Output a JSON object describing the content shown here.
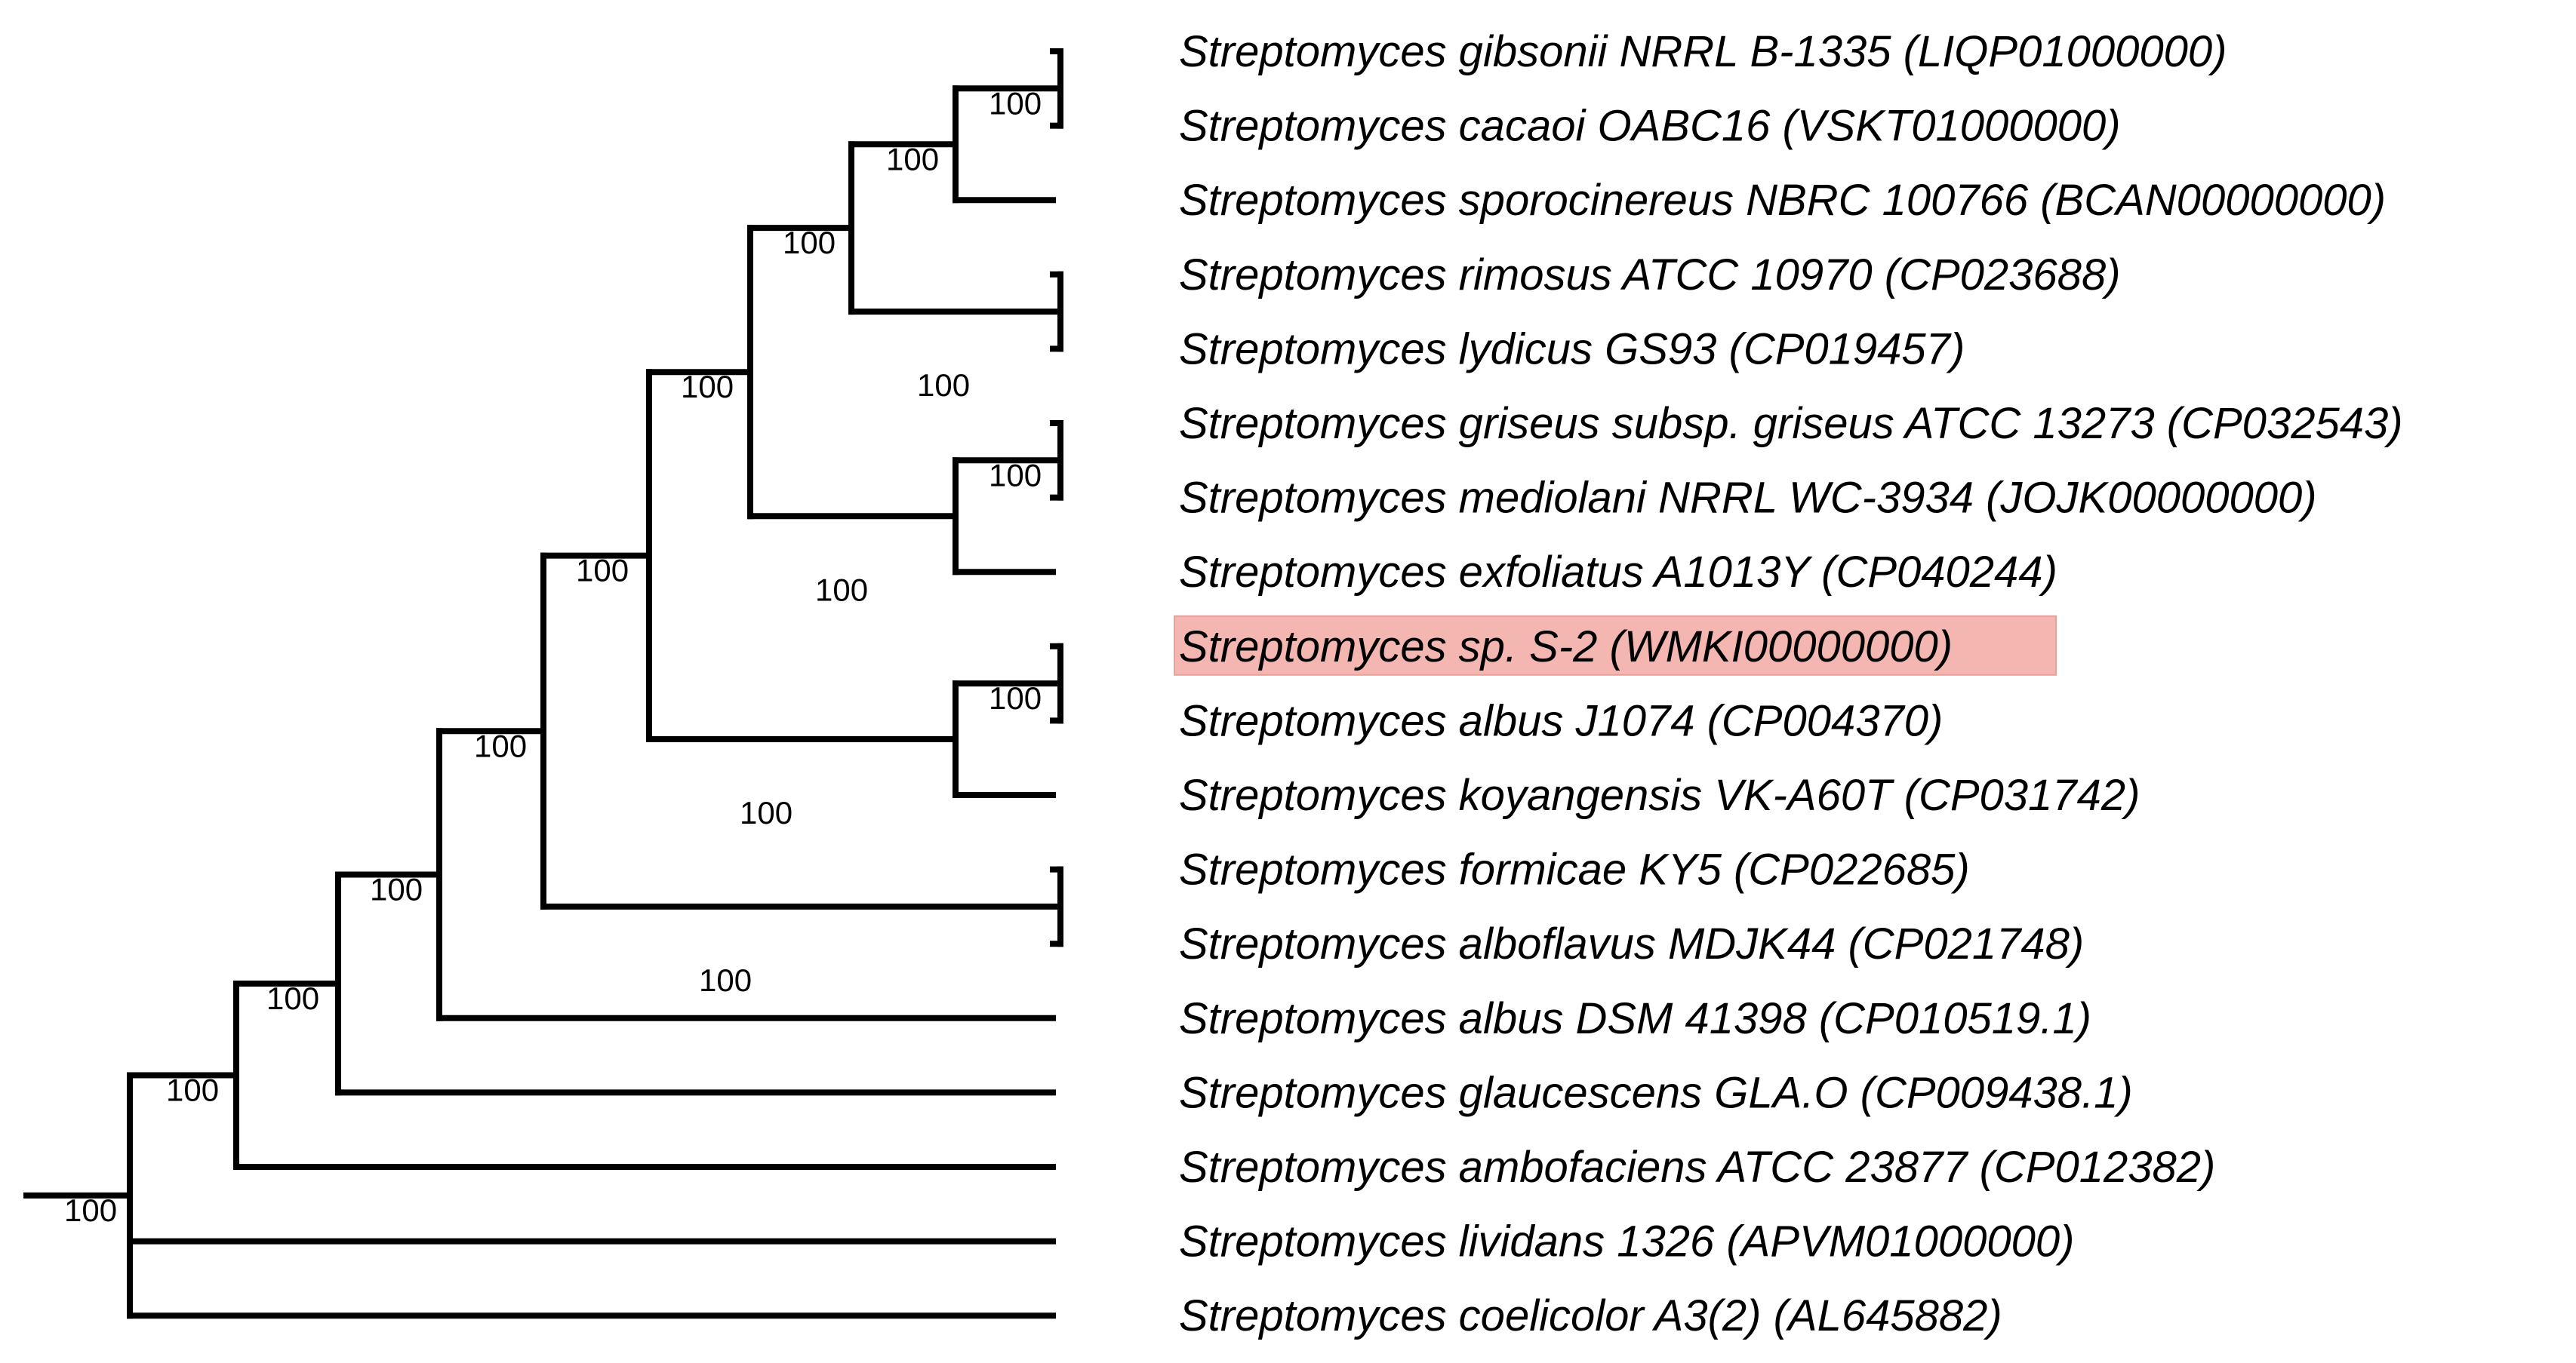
{
  "tree": {
    "highlight_color": "#f4b6b0",
    "line_color": "#000000",
    "leaves": [
      {
        "id": "gibsonii",
        "label": "Streptomyces gibsonii NRRL B-1335 (LIQP01000000)"
      },
      {
        "id": "cacaoi",
        "label": "Streptomyces cacaoi OABC16 (VSKT01000000)"
      },
      {
        "id": "sporocinereus",
        "label": "Streptomyces sporocinereus NBRC 100766 (BCAN00000000)"
      },
      {
        "id": "rimosus",
        "label": "Streptomyces rimosus ATCC 10970 (CP023688)"
      },
      {
        "id": "lydicus",
        "label": "Streptomyces lydicus GS93 (CP019457)"
      },
      {
        "id": "griseus",
        "label": "Streptomyces griseus subsp. griseus ATCC 13273 (CP032543)"
      },
      {
        "id": "mediolani",
        "label": "Streptomyces mediolani NRRL WC-3934 (JOJK00000000)"
      },
      {
        "id": "exfoliatus",
        "label": "Streptomyces exfoliatus A1013Y (CP040244)"
      },
      {
        "id": "s2",
        "label": "Streptomyces sp. S-2 (WMKI00000000)",
        "highlighted": true
      },
      {
        "id": "albusJ1074",
        "label": "Streptomyces albus J1074 (CP004370)"
      },
      {
        "id": "koyangensis",
        "label": "Streptomyces koyangensis VK-A60T (CP031742)"
      },
      {
        "id": "formicae",
        "label": "Streptomyces formicae KY5 (CP022685)"
      },
      {
        "id": "alboflavus",
        "label": "Streptomyces alboflavus MDJK44 (CP021748)"
      },
      {
        "id": "albusDSM",
        "label": "Streptomyces albus DSM 41398 (CP010519.1)"
      },
      {
        "id": "glaucescens",
        "label": "Streptomyces glaucescens GLA.O (CP009438.1)"
      },
      {
        "id": "ambofaciens",
        "label": "Streptomyces ambofaciens ATCC 23877 (CP012382)"
      },
      {
        "id": "lividans",
        "label": "Streptomyces lividans 1326 (APVM01000000)"
      },
      {
        "id": "coelicolor",
        "label": "Streptomyces coelicolor A3(2) (AL645882)"
      }
    ],
    "support_values": [
      {
        "node": "gibsonii+cacaoi",
        "value": "100"
      },
      {
        "node": "gibsonii+cacaoi+sporocinereus",
        "value": "100"
      },
      {
        "node": "rimosus+lydicus",
        "value": "100"
      },
      {
        "node": "clade-top5",
        "value": "100"
      },
      {
        "node": "griseus+mediolani",
        "value": "100"
      },
      {
        "node": "griseus+mediolani+exfoliatus",
        "value": "100"
      },
      {
        "node": "clade-top8",
        "value": "100"
      },
      {
        "node": "s2+albusJ1074",
        "value": "100"
      },
      {
        "node": "s2+albusJ1074+koyangensis",
        "value": "100"
      },
      {
        "node": "clade-top11",
        "value": "100"
      },
      {
        "node": "formicae+alboflavus",
        "value": "100"
      },
      {
        "node": "clade-top13",
        "value": "100"
      },
      {
        "node": "clade-top14",
        "value": "100"
      },
      {
        "node": "clade-top15",
        "value": "100"
      },
      {
        "node": "clade-top16",
        "value": "100"
      },
      {
        "node": "root-inner",
        "value": "100"
      }
    ]
  }
}
